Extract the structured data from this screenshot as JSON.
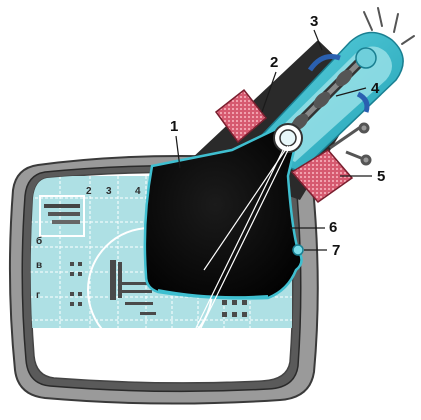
{
  "colors": {
    "cabinet_outer": "#8a8a8a",
    "cabinet_inner": "#3a3a3a",
    "screen": "#ffffff",
    "test_pattern": "#aee0e4",
    "tube_glass": "#3fbfd0",
    "tube_neck_inner": "#97dfe6",
    "tube_body": "#060606",
    "deflection_coil": "#d4536a",
    "callout_line": "#1a1a1a"
  },
  "callouts": [
    {
      "id": "1",
      "text": "1"
    },
    {
      "id": "2",
      "text": "2"
    },
    {
      "id": "3",
      "text": "3"
    },
    {
      "id": "4",
      "text": "4"
    },
    {
      "id": "5",
      "text": "5"
    },
    {
      "id": "6",
      "text": "6"
    },
    {
      "id": "7",
      "text": "7"
    }
  ],
  "test_pattern": {
    "column_labels": [
      "2",
      "3",
      "4"
    ],
    "row_labels": [
      "б",
      "в",
      "г"
    ]
  }
}
